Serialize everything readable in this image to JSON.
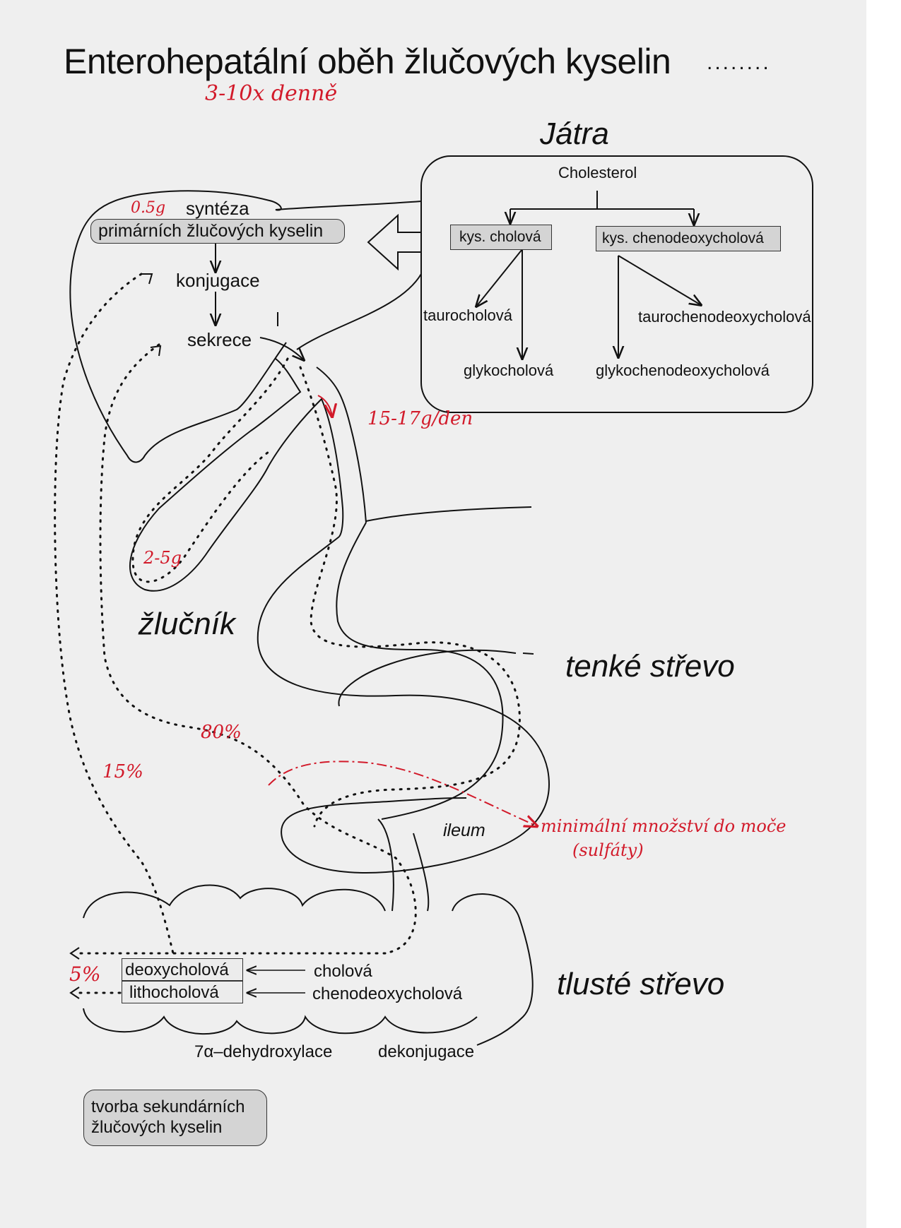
{
  "title": "Enterohepatální oběh žlučových kyselin",
  "title_dots": "........",
  "regions": {
    "liver": "Játra",
    "gallbladder": "žlučník",
    "small_intestine": "tenké střevo",
    "large_intestine": "tlusté střevo",
    "ileum": "ileum"
  },
  "liver_box": {
    "cholesterol": "Cholesterol",
    "cholic_acid": "kys. cholová",
    "chenodeoxycholic_acid": "kys. chenodeoxycholová",
    "taurocholic": "taurocholová",
    "glycocholic": "glykocholová",
    "taurochenodeoxycholic": "taurochenodeoxycholová",
    "glycochenodeoxycholic": "glykochenodeoxycholová"
  },
  "liver_steps": {
    "synthesis": "syntéza",
    "primary_acids": "primárních žlučových kyselin",
    "conjugation": "konjugace",
    "secretion": "sekrece"
  },
  "colon": {
    "deoxycholic": "deoxycholová",
    "lithocholic": "lithocholová",
    "cholic": "cholová",
    "chenodeoxycholic": "chenodeoxycholová",
    "dehydroxylation": "7α–dehydroxylace",
    "deconjugation": "dekonjugace"
  },
  "legend_box": {
    "line1": "tvorba sekundárních",
    "line2": "žlučových kyselin"
  },
  "handwritten": {
    "frequency": "3-10x denně",
    "synthesis_amount": "0.5g",
    "daily_flow": "15-17g/den",
    "gallbladder_amount": "2-5g",
    "reabsorption_80": "80%",
    "reabsorption_15": "15%",
    "excretion_5": "5%",
    "urine_note": "minimální množství do moče",
    "urine_note2": "(sulfáty)"
  },
  "colors": {
    "ink": "#111111",
    "annotation_red": "#d21a2a",
    "box_fill": "#d4d4d4",
    "paper": "#efefef"
  }
}
